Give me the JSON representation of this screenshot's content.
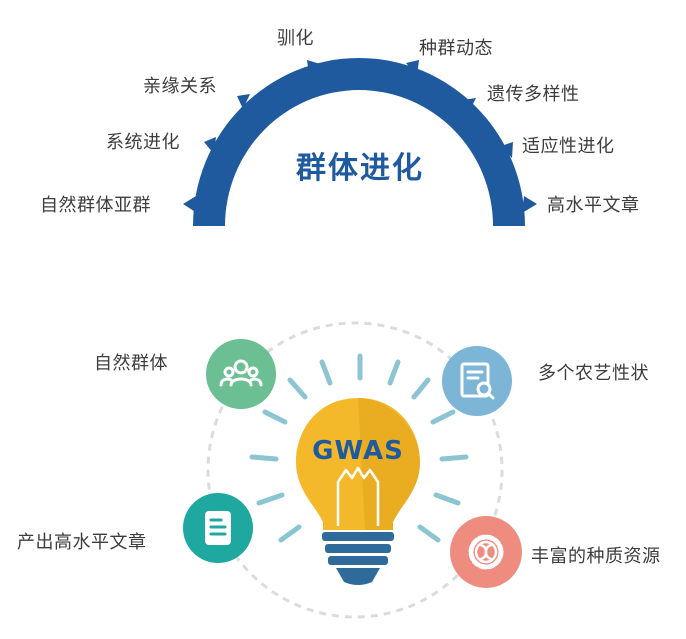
{
  "top": {
    "center_label": "群体进化",
    "labels": {
      "natural_subgroup": "自然群体亚群",
      "system_evolution": "系统进化",
      "kinship": "亲缘关系",
      "domestication": "驯化",
      "population_dynamics": "种群动态",
      "genetic_diversity": "遗传多样性",
      "adaptive_evolution": "适应性进化",
      "high_level_article": "高水平文章"
    },
    "colors": {
      "arc": "#1f5a9e",
      "text": "#1f5a9e"
    }
  },
  "bottom": {
    "center_label": "GWAS",
    "labels": {
      "natural_population": "自然群体",
      "agronomic_traits": "多个农艺性状",
      "produce_articles": "产出高水平文章",
      "germplasm": "丰富的种质资源"
    },
    "colors": {
      "green": "#6cbf92",
      "blue": "#7cb5d6",
      "teal": "#1fa8a0",
      "red": "#ee8c80",
      "bulb": "#f3b92b",
      "base": "#2f6b9a",
      "rays": "#8ac5d1"
    },
    "icons": [
      "people-icon",
      "document-search-icon",
      "document-list-icon",
      "dna-gear-icon"
    ]
  }
}
